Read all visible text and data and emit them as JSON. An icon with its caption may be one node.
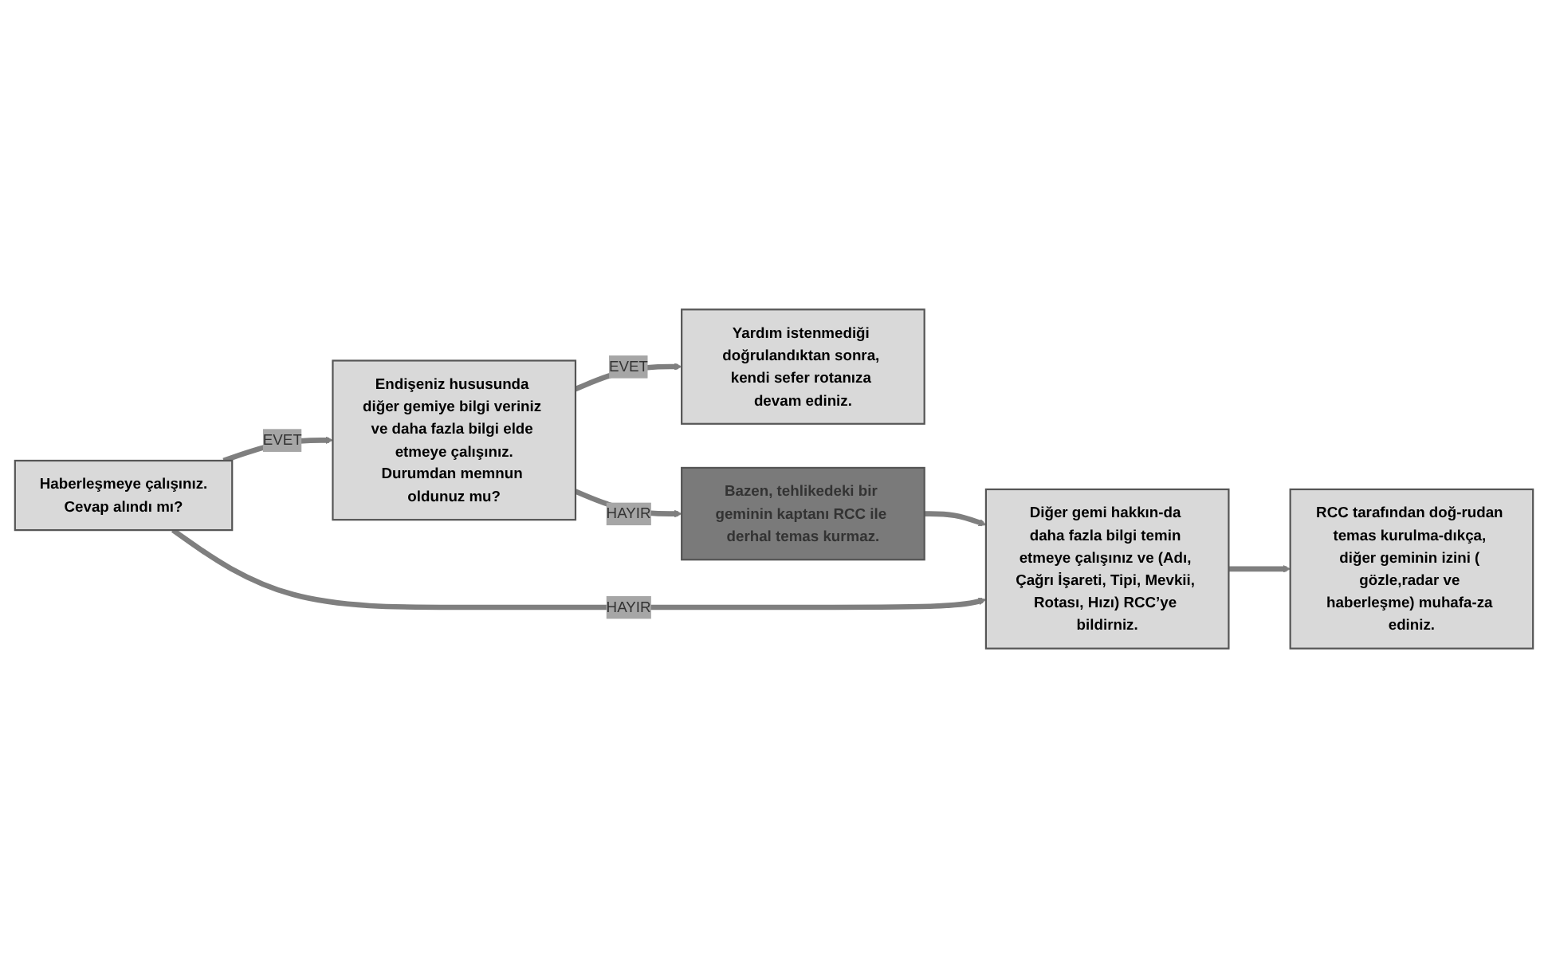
{
  "diagram": {
    "nodes": [
      {
        "text": [
          "Haberleşmeye çalışınız.",
          "Cevap alındı mı?"
        ]
      },
      {
        "text": [
          "Endişeniz hususunda diğer gemiye bilgi veriniz ve daha fazla bilgi elde etmeye çalışınız.",
          "Durumdan memnun oldunuz mu?"
        ]
      },
      {
        "text": [
          "Yardım istenmediği doğrulandıktan sonra, kendi sefer rotanıza devam ediniz."
        ]
      },
      {
        "text": [
          "Diğer gemi hakkın-da daha fazla bilgi temin etmeye çalışınız ve (Adı, Çağrı İşareti, Tipi, Mevkii, Rotası, Hızı) RCC’ye bildirniz."
        ]
      },
      {
        "text": [
          "Bazen, tehlikedeki bir geminin kaptanı RCC ile derhal temas kurmaz."
        ]
      },
      {
        "text": [
          "RCC tarafından doğ-rudan temas kurulma-dıkça, diğer geminin izini ( gözle,radar ve haberleşme) muhafa-za ediniz."
        ]
      }
    ],
    "edges": [
      {
        "from": 0,
        "to": 1,
        "arrow": "to",
        "label": "EVET"
      },
      {
        "from": 1,
        "to": 2,
        "arrow": "to",
        "label": "EVET"
      },
      {
        "from": 0,
        "to": 3,
        "arrow": "to",
        "label": "HAYIR"
      },
      {
        "from": 1,
        "to": 4,
        "arrow": "to",
        "label": "HAYIR"
      },
      {
        "from": 4,
        "to": 3,
        "arrow": "to"
      },
      {
        "from": 3,
        "to": 5,
        "arrow": "to"
      }
    ]
  }
}
